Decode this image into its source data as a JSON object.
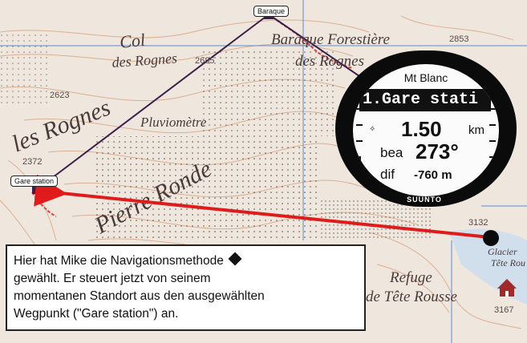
{
  "map": {
    "labels": {
      "col": "Col",
      "des_rognes": "des Rognes",
      "les_rognes": "les Rognes",
      "pluviometre": "Pluviomètre",
      "pierre_ronde": "Pierre Ronde",
      "baraque_forestiere": "Baraque Forestière",
      "des_rognes_right": "des Rognes",
      "refuge": "Refuge",
      "tete_rousse": "de Tête Rousse",
      "glacier": "Glacier",
      "tete_rou_small": "Tête Rou"
    },
    "altitudes": {
      "a2685": "2685",
      "a2623": "2623",
      "a2372": "2372",
      "a2853": "2853",
      "a3132": "3132",
      "a3167": "3167"
    }
  },
  "waypoints": {
    "baraque": "Baraque",
    "gare_station": "Gare station"
  },
  "watch": {
    "title": "Mt Blanc",
    "destination": "1.Gare stati",
    "distance": "1.50",
    "distance_unit": "km",
    "bearing_label": "bea",
    "bearing": "273°",
    "difference_label": "dif",
    "difference": "-760 m",
    "brand": "SUUNTO"
  },
  "caption": {
    "line1": "Hier hat Mike die Navigationsmethode",
    "line2": "gewählt. Er steuert jetzt von seinem",
    "line3": "momentanen Standort aus den ausgewählten",
    "line4": "Wegpunkt (\"Gare station\") an."
  },
  "colors": {
    "arrow": "#e01b1b",
    "route": "#3b1f4a",
    "map_bg": "#efe7de",
    "contour": "#d9a889",
    "grid": "#5a8fd0"
  },
  "icons": {
    "navigation_method": "diamond-icon",
    "current_position": "position-dot-icon",
    "refuge": "hut-icon"
  }
}
